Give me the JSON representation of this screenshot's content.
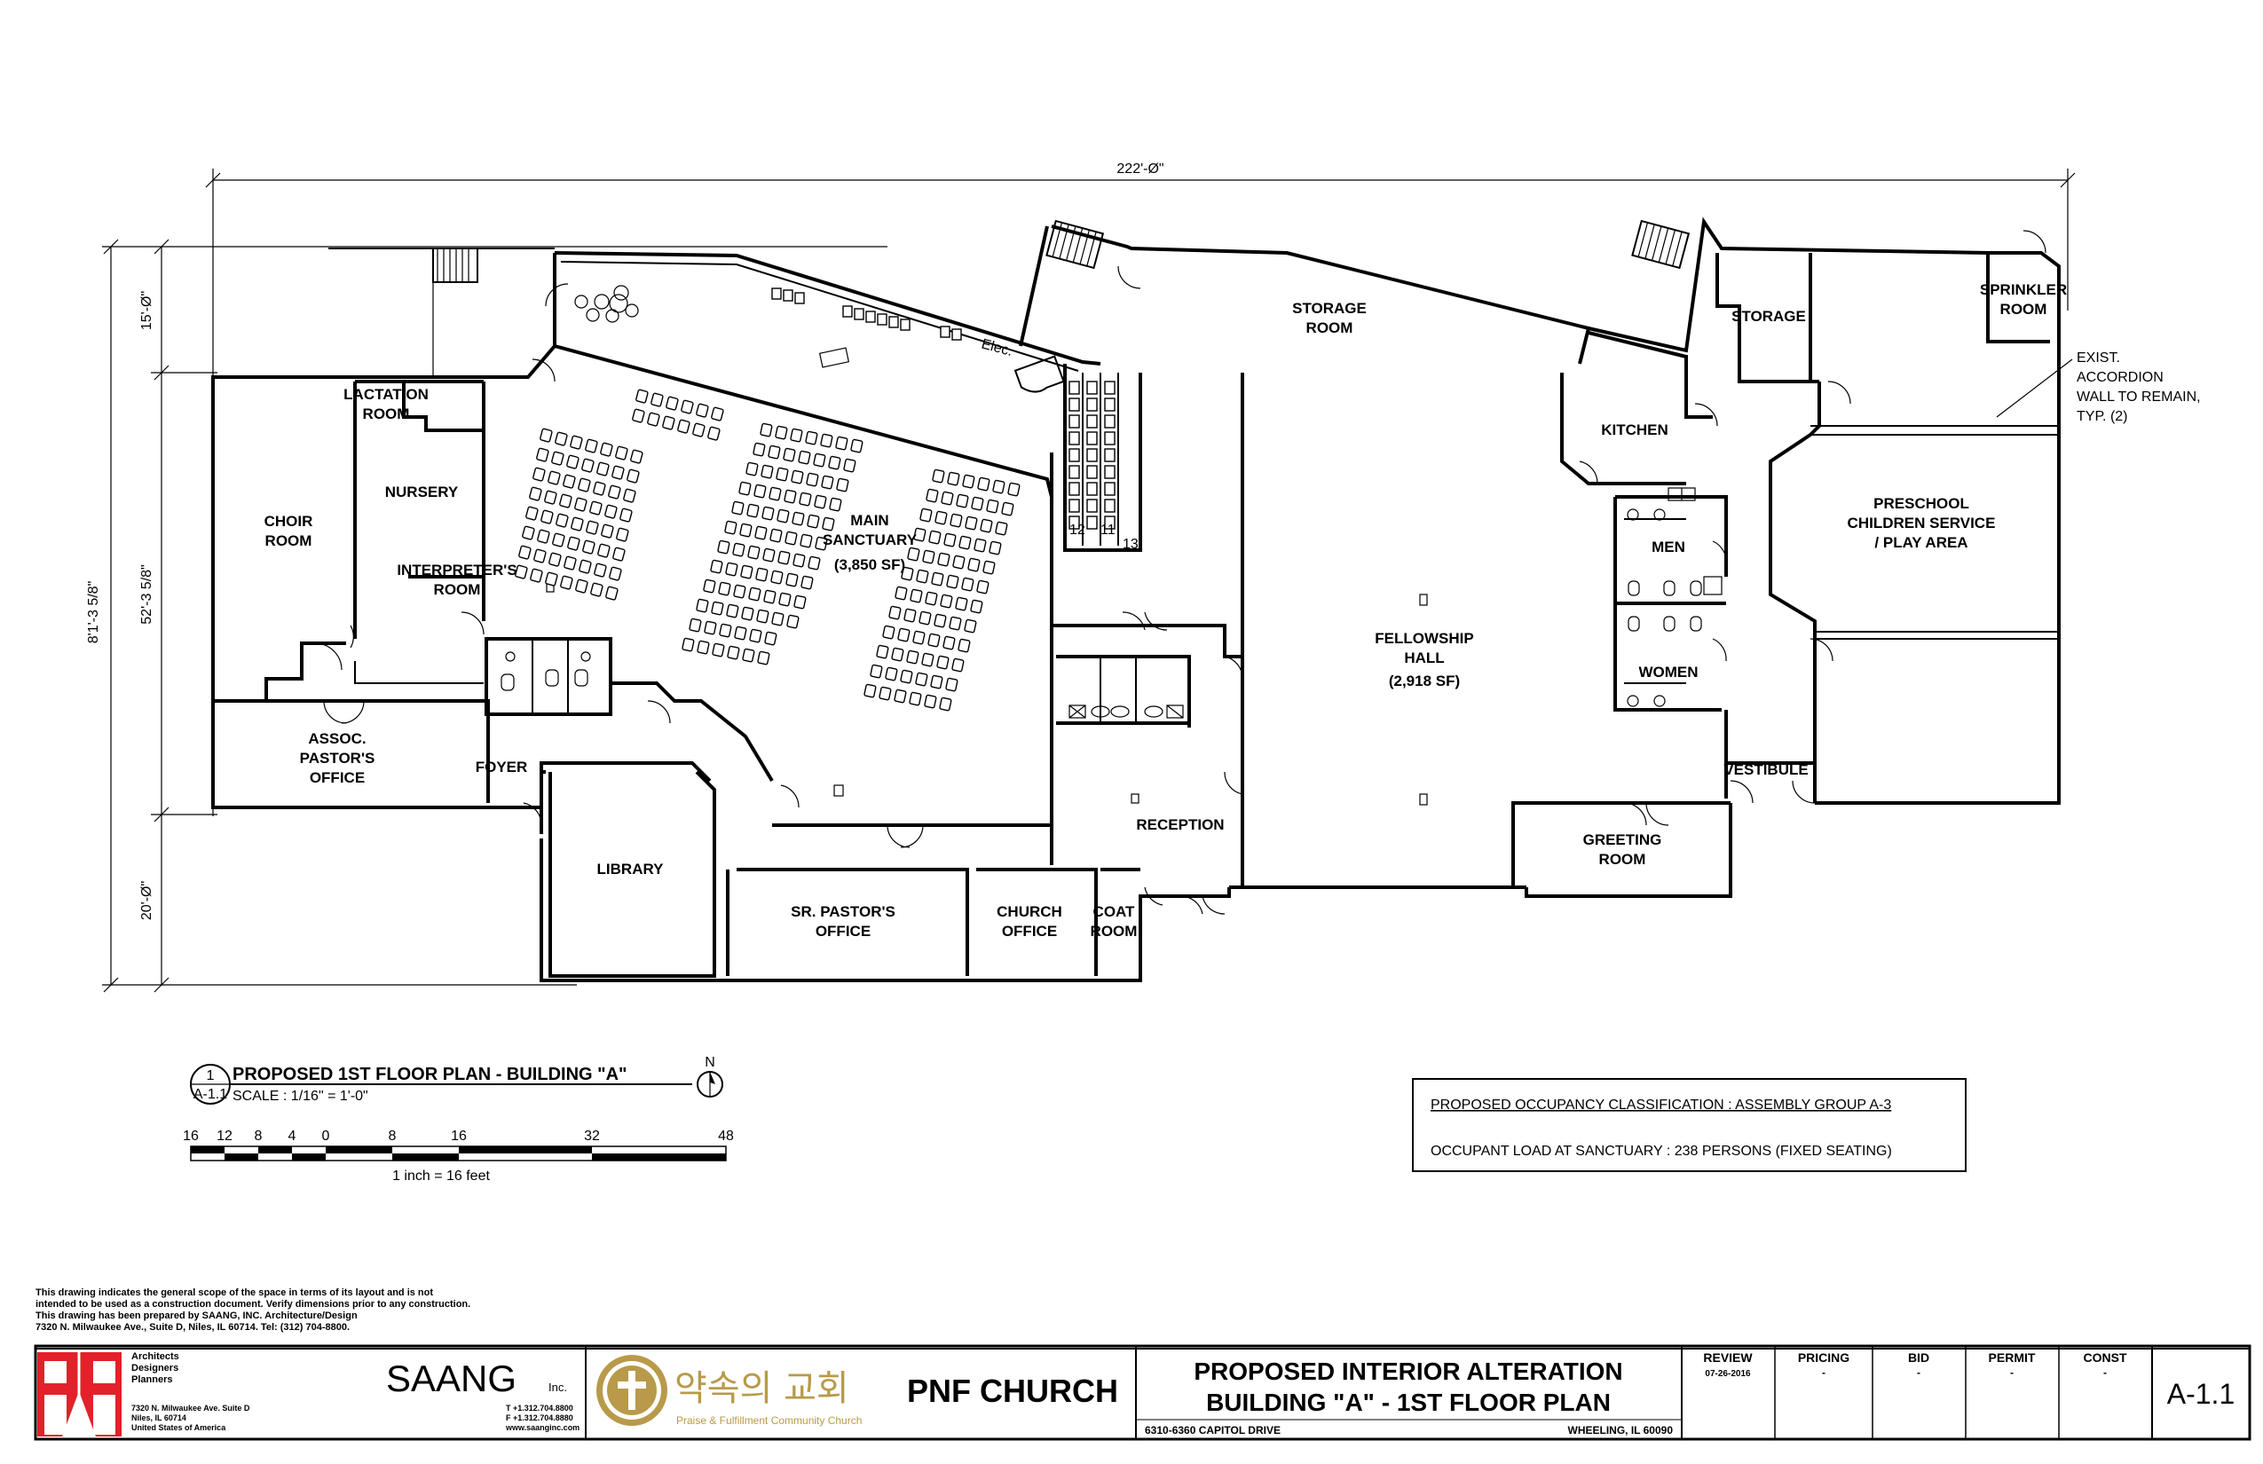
{
  "dimensions": {
    "overall_width": "222'-Ø\"",
    "overall_depth": "8'1'-3 5/8\"",
    "mid_depth": "52'-3 5/8\"",
    "top_depth": "15'-Ø\"",
    "bottom_depth": "20'-Ø\""
  },
  "rooms": {
    "lactation": "LACTATION ROOM",
    "choir": "CHOIR ROOM",
    "nursery": "NURSERY",
    "interpreter": "INTERPRETER'S ROOM",
    "assoc_pastor": "ASSOC. PASTOR'S OFFICE",
    "foyer": "FOYER",
    "library": "LIBRARY",
    "sr_pastor": "SR. PASTOR'S OFFICE",
    "church_office": "CHURCH OFFICE",
    "coat_room": "COAT ROOM",
    "main_sanctuary": "MAIN SANCTUARY",
    "sanctuary_area": "(3,850 SF)",
    "reception": "RECEPTION",
    "storage_room": "STORAGE ROOM",
    "fellowship_hall": "FELLOWSHIP HALL",
    "fellowship_area": "(2,918 SF)",
    "greeting_room": "GREETING ROOM",
    "kitchen": "KITCHEN",
    "men": "MEN",
    "women": "WOMEN",
    "vestibule": "VESTIBULE",
    "storage": "STORAGE",
    "sprinkler": "SPRINKLER ROOM",
    "preschool": "PRESCHOOL CHILDREN SERVICE / PLAY AREA",
    "elec": "Elec.",
    "row_12": "12",
    "row_11": "11",
    "row_13": "13"
  },
  "notes": {
    "accordion": "EXIST. ACCORDION WALL TO REMAIN, TYP. (2)"
  },
  "plan_title": {
    "number": "1",
    "sheet_ref": "A-1.1",
    "title": "PROPOSED 1ST FLOOR PLAN - BUILDING \"A\"",
    "scale": "SCALE : 1/16\" = 1'-0\"",
    "north": "N"
  },
  "scale_bar": {
    "ticks": [
      "16",
      "12",
      "8",
      "4",
      "0",
      "8",
      "16",
      "32",
      "48"
    ],
    "caption": "1 inch = 16 feet"
  },
  "occupancy": {
    "classification": "PROPOSED OCCUPANCY CLASSIFICATION : ASSEMBLY GROUP A-3",
    "load": "OCCUPANT LOAD AT SANCTUARY : 238 PERSONS (FIXED SEATING)"
  },
  "disclaimer": {
    "line1": "This drawing indicates the general scope of the space in terms of its layout and is not",
    "line2": "intended to be used as a construction document. Verify dimensions prior to any construction.",
    "line3": "This drawing has been prepared by SAANG, INC. Architecture/Design",
    "line4": "7320 N. Milwaukee Ave., Suite D, Niles, IL 60714.  Tel: (312) 704-8800."
  },
  "title_block": {
    "firm_tagline_1": "Architects",
    "firm_tagline_2": "Designers",
    "firm_tagline_3": "Planners",
    "firm_name": "SAANG",
    "firm_suffix": "Inc.",
    "addr_1": "7320 N. Milwaukee Ave. Suite D",
    "addr_2": "Niles, IL 60714",
    "addr_3": "United States of America",
    "tel": "T +1.312.704.8800",
    "fax": "F +1.312.704.8880",
    "web": "www.saanginc.com",
    "church_korean": "약속의 교회",
    "church_subtitle": "Praise & Fulfillment Community Church",
    "church_name": "PNF CHURCH",
    "project_line1": "PROPOSED INTERIOR ALTERATION",
    "project_line2": "BUILDING \"A\" - 1ST FLOOR PLAN",
    "address": "6310-6360 CAPITOL DRIVE",
    "city": "WHEELING, IL 60090",
    "phases": [
      {
        "label": "REVIEW",
        "value": "07-26-2016"
      },
      {
        "label": "PRICING",
        "value": "-"
      },
      {
        "label": "BID",
        "value": "-"
      },
      {
        "label": "PERMIT",
        "value": "-"
      },
      {
        "label": "CONST",
        "value": "-"
      }
    ],
    "sheet": "A-1.1"
  },
  "colors": {
    "logo_red": "#e2212a",
    "logo_gold": "#b89a4a",
    "ink": "#000000"
  }
}
